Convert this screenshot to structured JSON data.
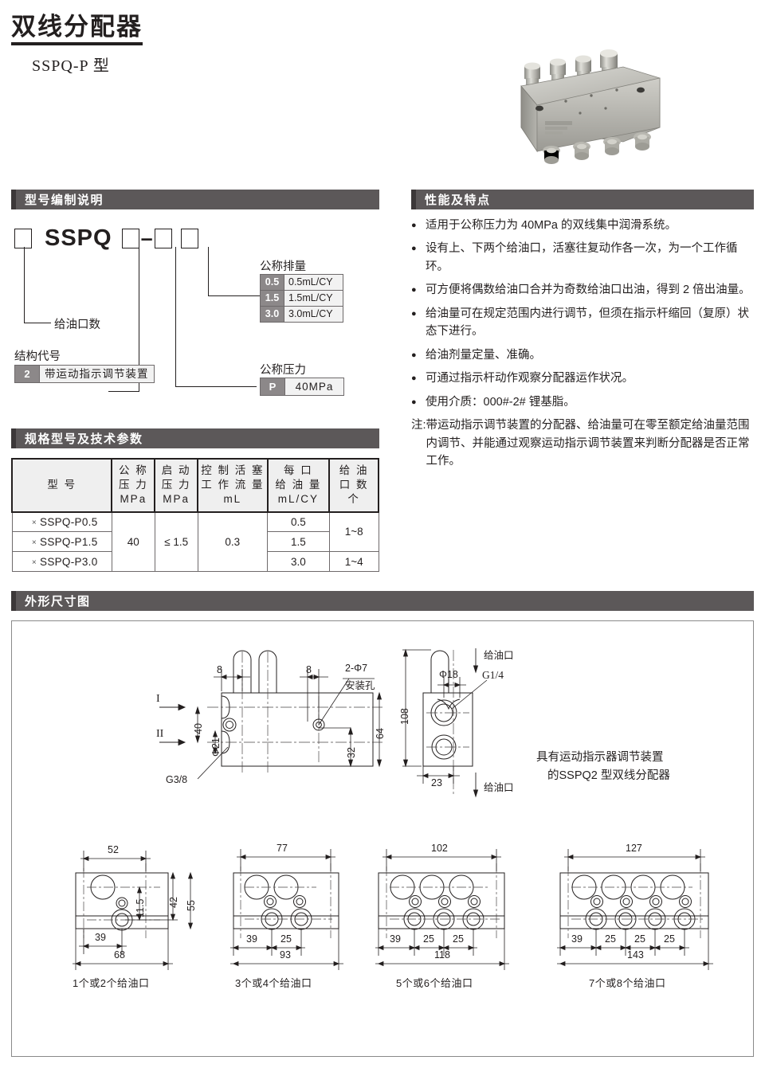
{
  "header": {
    "title": "双线分配器",
    "subtitle": "SSPQ-P 型"
  },
  "photo": {
    "alt": "lubrication-distributor-block-photo"
  },
  "sections": {
    "model_code": "型号编制说明",
    "features": "性能及特点",
    "spec": "规格型号及技术参数",
    "dimensions": "外形尺寸图"
  },
  "model_code": {
    "code_text": "SSPQ",
    "dash": "–",
    "callouts": {
      "outlet_count": "给油口数",
      "structure_code": "结构代号",
      "structure_value_key": "2",
      "structure_value_text": "带运动指示调节装置",
      "displacement_title": "公称排量",
      "pressure_title": "公称压力",
      "pressure_key": "P",
      "pressure_value": "40MPa"
    },
    "displacement_rows": [
      {
        "key": "0.5",
        "value": "0.5mL/CY"
      },
      {
        "key": "1.5",
        "value": "1.5mL/CY"
      },
      {
        "key": "3.0",
        "value": "3.0mL/CY"
      }
    ]
  },
  "features": {
    "bullet": "●",
    "items": [
      "适用于公称压力为 40MPa 的双线集中润滑系统。",
      "设有上、下两个给油口，活塞往复动作各一次，为一个工作循环。",
      "可方便将偶数给油口合并为奇数给油口出油，得到 2 倍出油量。",
      "给油量可在规定范围内进行调节，但须在指示杆缩回（复原）状态下进行。",
      "给油剂量定量、准确。",
      "可通过指示杆动作观察分配器运作状况。",
      "使用介质：000#-2# 锂基脂。"
    ],
    "note_label": "注:",
    "note_text": "带运动指示调节装置的分配器、给油量可在零至额定给油量范围内调节、并能通过观察运动指示调节装置来判断分配器是否正常工作。"
  },
  "spec_table": {
    "headers": [
      "型  号",
      "公 称\n压 力\nMPa",
      "启 动\n压 力\nMPa",
      "控 制 活 塞\n工 作 流 量\nmL",
      "每 口\n给 油 量\nmL/CY",
      "给 油\n口 数\n个"
    ],
    "rows": [
      {
        "model": "SSPQ-P0.5",
        "nominal_pressure": "40",
        "start_pressure": "≤ 1.5",
        "control_flow": "0.3",
        "oil_per_port": "0.5",
        "port_count": "1~8"
      },
      {
        "model": "SSPQ-P1.5",
        "nominal_pressure": "40",
        "start_pressure": "≤ 1.5",
        "control_flow": "0.3",
        "oil_per_port": "1.5",
        "port_count": "1~8"
      },
      {
        "model": "SSPQ-P3.0",
        "nominal_pressure": "40",
        "start_pressure": "≤ 1.5",
        "control_flow": "0.3",
        "oil_per_port": "3.0",
        "port_count": "1~4"
      }
    ]
  },
  "dimension_drawing": {
    "front_view": {
      "dim_8_left": "8",
      "dim_8_right": "8",
      "mount_hole": "2-Φ7",
      "mount_hole_label": "安装孔",
      "section_i": "I",
      "section_ii": "II",
      "dim_40": "40",
      "dim_phi21": "Φ21",
      "thread_g38": "G3/8",
      "dim_32": "32",
      "dim_64": "64"
    },
    "side_view": {
      "dim_108": "108",
      "dim_phi18": "Φ18",
      "thread_g14": "G1/4",
      "dim_23": "23",
      "oil_port_top": "给油口",
      "oil_port_bottom": "给油口"
    },
    "description_line1": "具有运动指示器调节装置",
    "description_line2": "的SSPQ2 型双线分配器",
    "plans": [
      {
        "width_top": "52",
        "height_inner": "42",
        "height_outer": "55",
        "dim_115": "11.5",
        "spacings": [
          "39"
        ],
        "total": "68",
        "caption": "1个或2个给油口",
        "ports": 1
      },
      {
        "width_top": "77",
        "spacings": [
          "39",
          "25"
        ],
        "total": "93",
        "caption": "3个或4个给油口",
        "ports": 2
      },
      {
        "width_top": "102",
        "spacings": [
          "39",
          "25",
          "25"
        ],
        "total": "118",
        "caption": "5个或6个给油口",
        "ports": 3
      },
      {
        "width_top": "127",
        "spacings": [
          "39",
          "25",
          "25",
          "25"
        ],
        "total": "143",
        "caption": "7个或8个给油口",
        "ports": 4
      }
    ]
  },
  "colors": {
    "bar_bg": "#5c5859",
    "bar_accent": "#3c3839",
    "key_cell": "#8c8889",
    "line": "#231f1f"
  }
}
